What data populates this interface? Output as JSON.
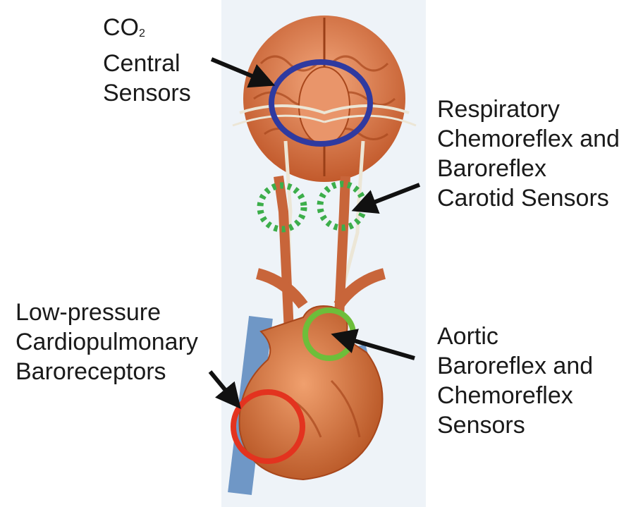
{
  "labels": {
    "co2": {
      "formula_base": "CO",
      "formula_sub": "2",
      "lines": [
        "Central",
        "Sensors"
      ]
    },
    "respiratory": {
      "lines": [
        "Respiratory",
        "Chemoreflex and",
        "Baroreflex",
        "Carotid Sensors"
      ]
    },
    "low_pressure": {
      "lines": [
        "Low-pressure",
        "Cardiopulmonary",
        "Baroreceptors"
      ]
    },
    "aortic": {
      "lines": [
        "Aortic",
        "Baroreflex and",
        "Chemoreflex",
        "Sensors"
      ]
    }
  },
  "colors": {
    "central_ring": "#2f3aa0",
    "carotid_ring": "#3cae4a",
    "aortic_ring": "#6dbe3a",
    "cardiopulmonary_ring": "#e3331f",
    "arrow": "#111111",
    "tissue": "#d9784a",
    "vessel_blue": "#6f97c6"
  }
}
